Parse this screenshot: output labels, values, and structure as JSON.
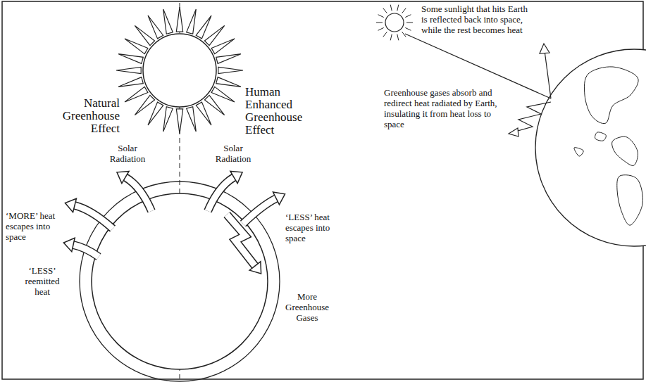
{
  "diagram": {
    "labels": [
      "Natural Greenhouse Effect",
      "Human Enhanced Greenhouse Effect",
      "Solar Radiation",
      "Solar Radiation",
      "‘MORE’ heat escapes into space",
      "‘LESS’ reemitted heat",
      "‘LESS’ heat escapes into space",
      "More Greenhouse Gases",
      "Some sunlight that hits Earth is reflected back into space, while the rest becomes heat",
      "Greenhouse gases absorb and redirect heat radiated by Earth, insulating it from heat loss to space"
    ]
  }
}
